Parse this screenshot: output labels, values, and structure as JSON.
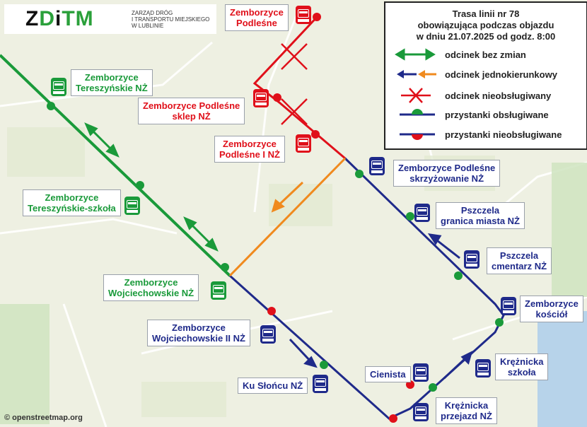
{
  "logo": {
    "mark": [
      "Z",
      "D",
      "i",
      "T",
      "M"
    ],
    "org_lines": [
      "ZARZĄD DRÓG",
      "I TRANSPORTU MIEJSKIEGO",
      "W LUBLINIE"
    ]
  },
  "legend": {
    "title_lines": [
      "Trasa linii nr 78",
      "obowiązująca podczas objazdu",
      "w dniu 21.07.2025 od godz. 8:00"
    ],
    "items": [
      {
        "label": "odcinek bez zmian",
        "symbol": "green-double-arrow"
      },
      {
        "label": "odcinek jednokierunkowy",
        "symbol": "blue-orange-arrows"
      },
      {
        "label": "odcinek nieobsługiwany",
        "symbol": "red-cross"
      },
      {
        "label": "przystanki obsługiwane",
        "symbol": "blue-line-green-dot"
      },
      {
        "label": "przystanki nieobsługiwane",
        "symbol": "blue-line-red-dot"
      }
    ]
  },
  "colors": {
    "unchanged": "#1a9a3a",
    "not_served": "#e0101a",
    "detour": "#1f2a8a",
    "one_way_orange": "#f08a1e",
    "map_bg": "#eef0e2"
  },
  "stops": [
    {
      "id": "podlesne",
      "lines": [
        "Zemborzyce",
        "Podleśne"
      ],
      "status": "not-served"
    },
    {
      "id": "tereszynskie-nz",
      "lines": [
        "Zemborzyce",
        "Tereszyńskie NŻ"
      ],
      "status": "served-unchanged"
    },
    {
      "id": "podlesne-sklep",
      "lines": [
        "Zemborzyce Podleśne",
        "sklep NŻ"
      ],
      "status": "not-served"
    },
    {
      "id": "podlesne-i",
      "lines": [
        "Zemborzyce",
        "Podleśne I NŻ"
      ],
      "status": "not-served"
    },
    {
      "id": "podlesne-skrz",
      "lines": [
        "Zemborzyce Podleśne",
        "skrzyżowanie NŻ"
      ],
      "status": "detour"
    },
    {
      "id": "pszczela-granica",
      "lines": [
        "Pszczela",
        "granica miasta NŻ"
      ],
      "status": "detour"
    },
    {
      "id": "tereszynskie-szkola",
      "lines": [
        "Zemborzyce",
        "Tereszyńskie-szkoła"
      ],
      "status": "served-unchanged"
    },
    {
      "id": "pszczela-cmentarz",
      "lines": [
        "Pszczela",
        "cmentarz NŻ"
      ],
      "status": "detour"
    },
    {
      "id": "wojciechowskie-nz",
      "lines": [
        "Zemborzyce",
        "Wojciechowskie NŻ"
      ],
      "status": "served-unchanged"
    },
    {
      "id": "kosciol",
      "lines": [
        "Zemborzyce",
        "kościół"
      ],
      "status": "detour"
    },
    {
      "id": "wojciechowskie-ii",
      "lines": [
        "Zemborzyce",
        "Wojciechowskie II NŻ"
      ],
      "status": "detour"
    },
    {
      "id": "ku-sloncu",
      "lines": [
        "Ku Słońcu NŻ"
      ],
      "status": "detour"
    },
    {
      "id": "cienista",
      "lines": [
        "Cienista"
      ],
      "status": "detour"
    },
    {
      "id": "krzesnicka-szkola",
      "lines": [
        "Krężnicka",
        "szkoła"
      ],
      "status": "detour"
    },
    {
      "id": "krzesnicka-przejazd",
      "lines": [
        "Krężnicka",
        "przejazd NŻ"
      ],
      "status": "detour"
    }
  ],
  "attribution": "© openstreetmap.org"
}
